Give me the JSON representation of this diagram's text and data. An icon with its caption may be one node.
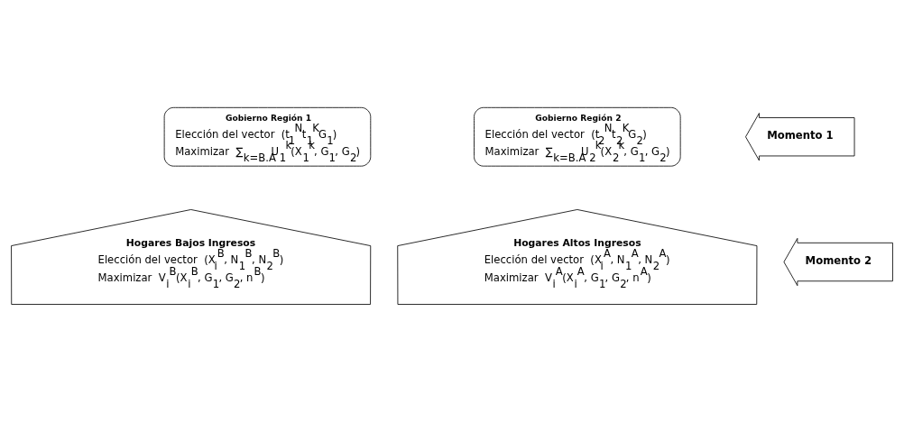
{
  "diagram": {
    "nodes": [
      {
        "text": [
          "Gobierno Región 1",
          "Elección del vector  (t$_{1}$$^{N}$t$_{1}$$^{K}$G$_{1}$)",
          "Maximizar  ∑$_{k=B.A}$U$_{1}$$^{k}$(X$_{1}$$^{k}$, G$_{1}$, G$_{2}$)"
        ]
      },
      {
        "text": [
          "Gobierno Región 2",
          "Elección del vector  (t$_{2}$$^{N}$t$_{2}$$^{K}$G$_{2}$)",
          "Maximizar  ∑$_{k=B.A}$U$_{2}$$^{k}$(X$_{2}$$^{k}$, G$_{1}$, G$_{2}$)"
        ]
      },
      {
        "text": [
          "Momento 1"
        ]
      },
      {
        "text": [
          "Hogares Bajos Ingresos",
          "Elección del vector  (X$_{i}$$^{B}$, N$_{1}$$^{B}$, N$_{2}$$^{B}$)",
          "Maximizar  V$_{i}$$^{B}$(X$_{i}$$^{B}$, G$_{1}$, G$_{2}$, n$^{B}$)"
        ]
      },
      {
        "text": [
          "Hogares Altos Ingresos",
          "Elección del vector  (X$_{i}$$^{A}$, N$_{1}$$^{A}$, N$_{2}$$^{A}$)",
          "Maximizar  V$_{i}$$^{A}$(X$_{i}$$^{A}$, G$_{1}$, G$_{2}$, n$^{A}$)"
        ]
      },
      {
        "text": [
          "Momento 2"
        ]
      }
    ],
    "edges": []
  }
}
